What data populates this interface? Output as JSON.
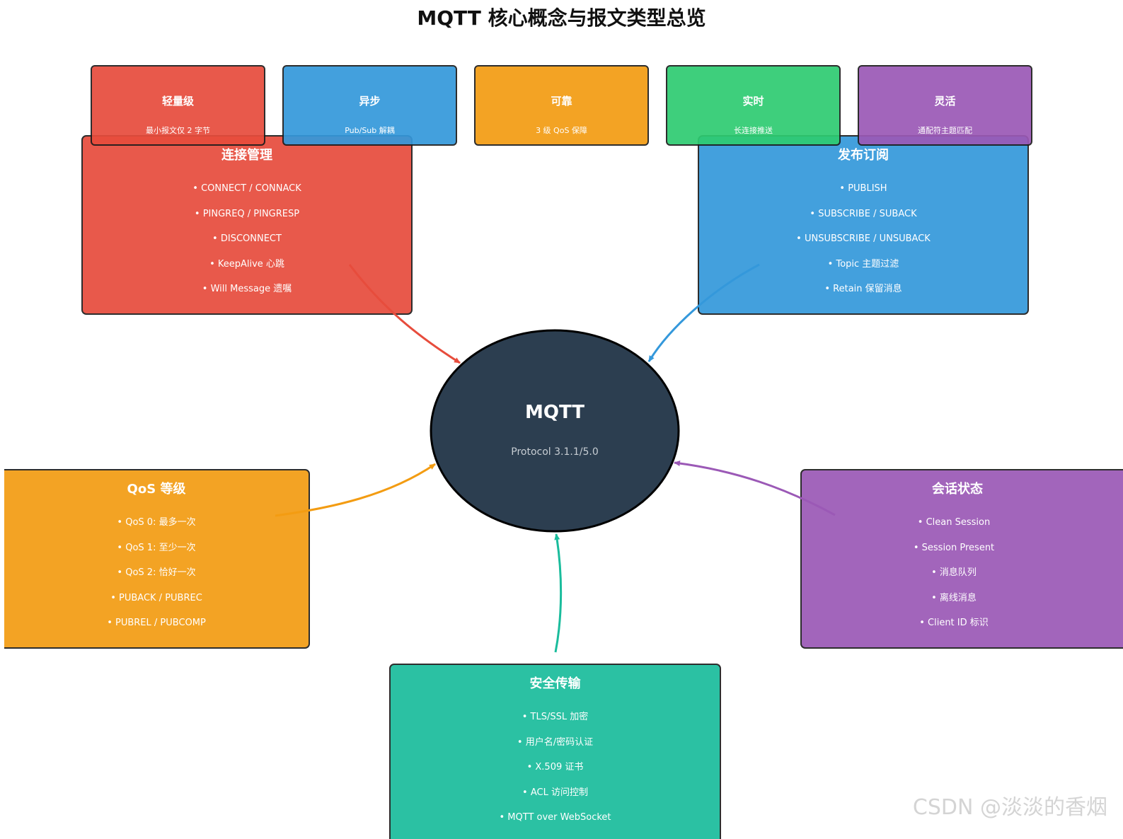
{
  "title": "MQTT 核心概念与报文类型总览",
  "colors": {
    "red": "#e74c3c",
    "blue": "#3498db",
    "orange": "#f39c12",
    "green": "#2ecc71",
    "purple": "#9b59b6",
    "teal": "#1abc9c",
    "core": "#2c3e50"
  },
  "features": [
    {
      "label": "轻量级",
      "desc": "最小报文仅 2 字节"
    },
    {
      "label": "异步",
      "desc": "Pub/Sub 解耦"
    },
    {
      "label": "可靠",
      "desc": "3 级 QoS 保障"
    },
    {
      "label": "实时",
      "desc": "长连接推送"
    },
    {
      "label": "灵活",
      "desc": "通配符主题匹配"
    }
  ],
  "center": {
    "title": "MQTT",
    "subtitle": "Protocol 3.1.1/5.0"
  },
  "panels": {
    "connection": {
      "title": "连接管理",
      "items": [
        "• CONNECT / CONNACK",
        "• PINGREQ / PINGRESP",
        "• DISCONNECT",
        "• KeepAlive 心跳",
        "• Will Message 遗嘱"
      ]
    },
    "pubsub": {
      "title": "发布订阅",
      "items": [
        "• PUBLISH",
        "• SUBSCRIBE / SUBACK",
        "• UNSUBSCRIBE / UNSUBACK",
        "• Topic 主题过滤",
        "• Retain 保留消息"
      ]
    },
    "qos": {
      "title": "QoS 等级",
      "items": [
        "• QoS 0: 最多一次",
        "• QoS 1: 至少一次",
        "• QoS 2: 恰好一次",
        "• PUBACK / PUBREC",
        "• PUBREL / PUBCOMP"
      ]
    },
    "session": {
      "title": "会话状态",
      "items": [
        "• Clean Session",
        "• Session Present",
        "• 消息队列",
        "• 离线消息",
        "• Client ID 标识"
      ]
    },
    "security": {
      "title": "安全传输",
      "items": [
        "• TLS/SSL 加密",
        "• 用户名/密码认证",
        "• X.509 证书",
        "• ACL 访问控制",
        "• MQTT over WebSocket"
      ]
    }
  },
  "watermark": "CSDN @淡淡的香烟"
}
